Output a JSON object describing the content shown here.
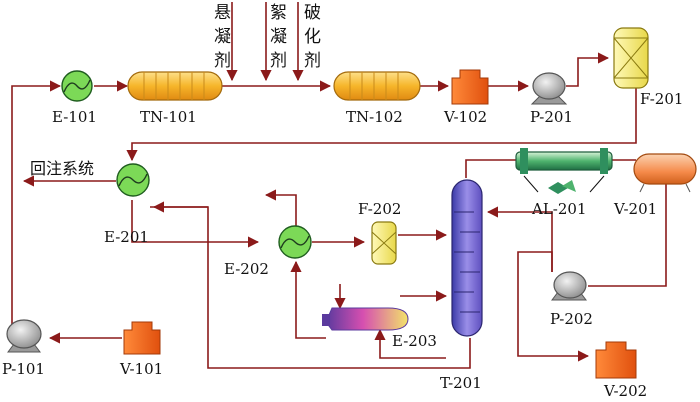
{
  "labels": {
    "e101": "E-101",
    "tn101": "TN-101",
    "tn102": "TN-102",
    "v102": "V-102",
    "p201": "P-201",
    "f201": "F-201",
    "reinjection": "回注系统",
    "e201": "E-201",
    "e202": "E-202",
    "f202": "F-202",
    "al201": "AL-201",
    "v201": "V-201",
    "t201": "T-201",
    "e203": "E-203",
    "p202": "P-202",
    "v202": "V-202",
    "p101": "P-101",
    "v101": "V-101"
  },
  "additives": [
    {
      "chars": [
        "悬",
        "凝",
        "剂"
      ]
    },
    {
      "chars": [
        "絮",
        "凝",
        "剂"
      ]
    },
    {
      "chars": [
        "破",
        "化",
        "剂"
      ]
    }
  ],
  "colors": {
    "pipe": "#8b1a1a",
    "exchanger": "#7cd957",
    "reactor": "#f7c23e",
    "tank": "#f36b21",
    "pump": "#b0b0b0",
    "filter": "#f2f28a",
    "column": "#7a6fd9",
    "cooler": "#2f8f5e",
    "vessel": "#f58a4a"
  }
}
